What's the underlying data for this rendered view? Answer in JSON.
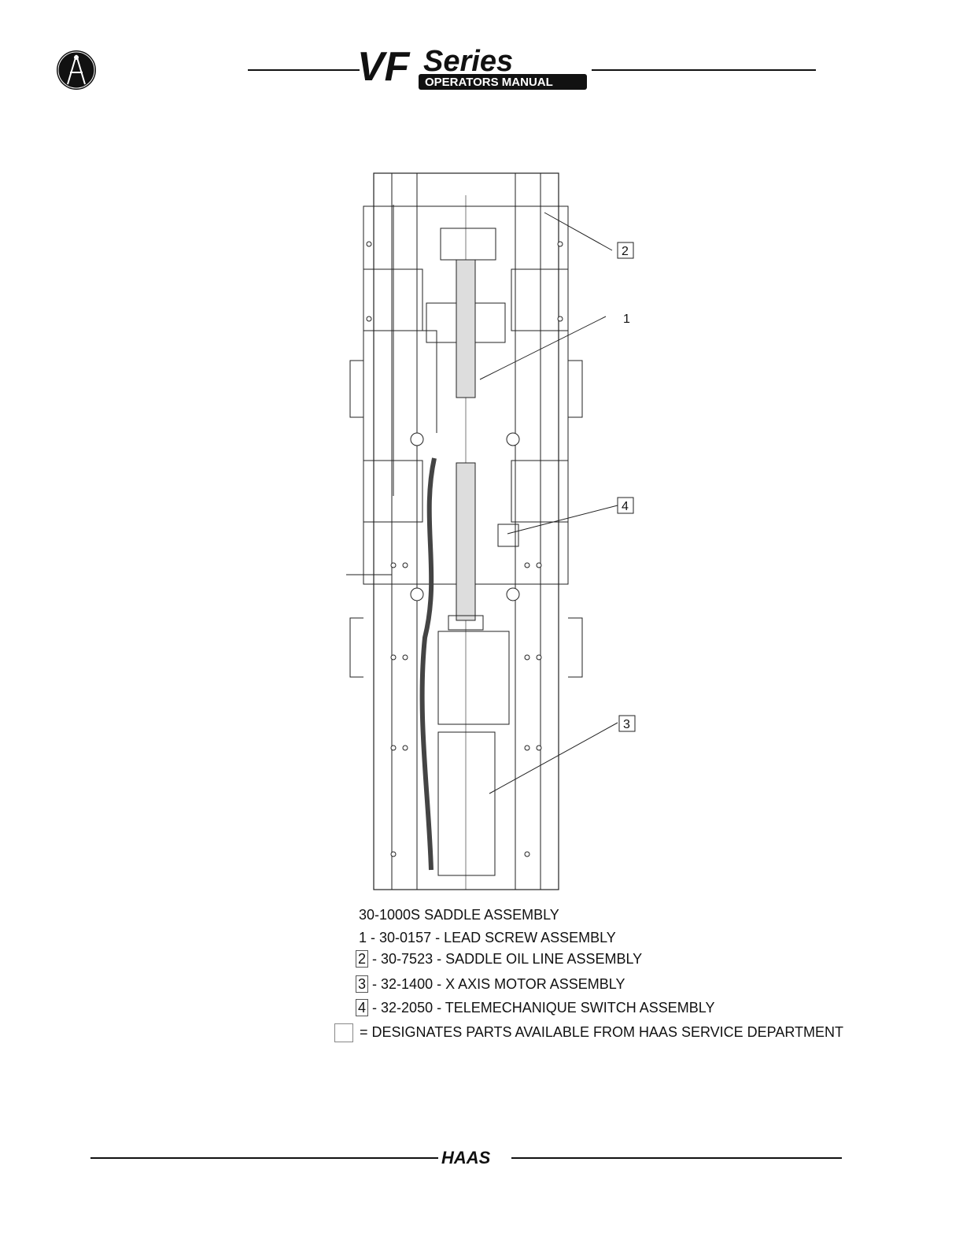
{
  "header": {
    "logo_series": "Series",
    "logo_vf": "VF",
    "logo_subtitle": "OPERATORS MANUAL"
  },
  "diagram": {
    "callouts": [
      "1",
      "2",
      "3",
      "4"
    ]
  },
  "legend": {
    "title": "30-1000S SADDLE ASSEMBLY",
    "items": [
      {
        "num": "1",
        "text": "- 30-0157 - LEAD SCREW ASSEMBLY",
        "boxed": false
      },
      {
        "num": "2",
        "text": "- 30-7523 - SADDLE OIL LINE ASSEMBLY",
        "boxed": true
      },
      {
        "num": "3",
        "text": "- 32-1400 - X AXIS MOTOR ASSEMBLY",
        "boxed": true
      },
      {
        "num": "4",
        "text": "- 32-2050 - TELEMECHANIQUE SWITCH ASSEMBLY",
        "boxed": true
      }
    ],
    "note": "= DESIGNATES PARTS AVAILABLE FROM HAAS SERVICE DEPARTMENT"
  },
  "footer": {
    "brand": "HAAS"
  }
}
